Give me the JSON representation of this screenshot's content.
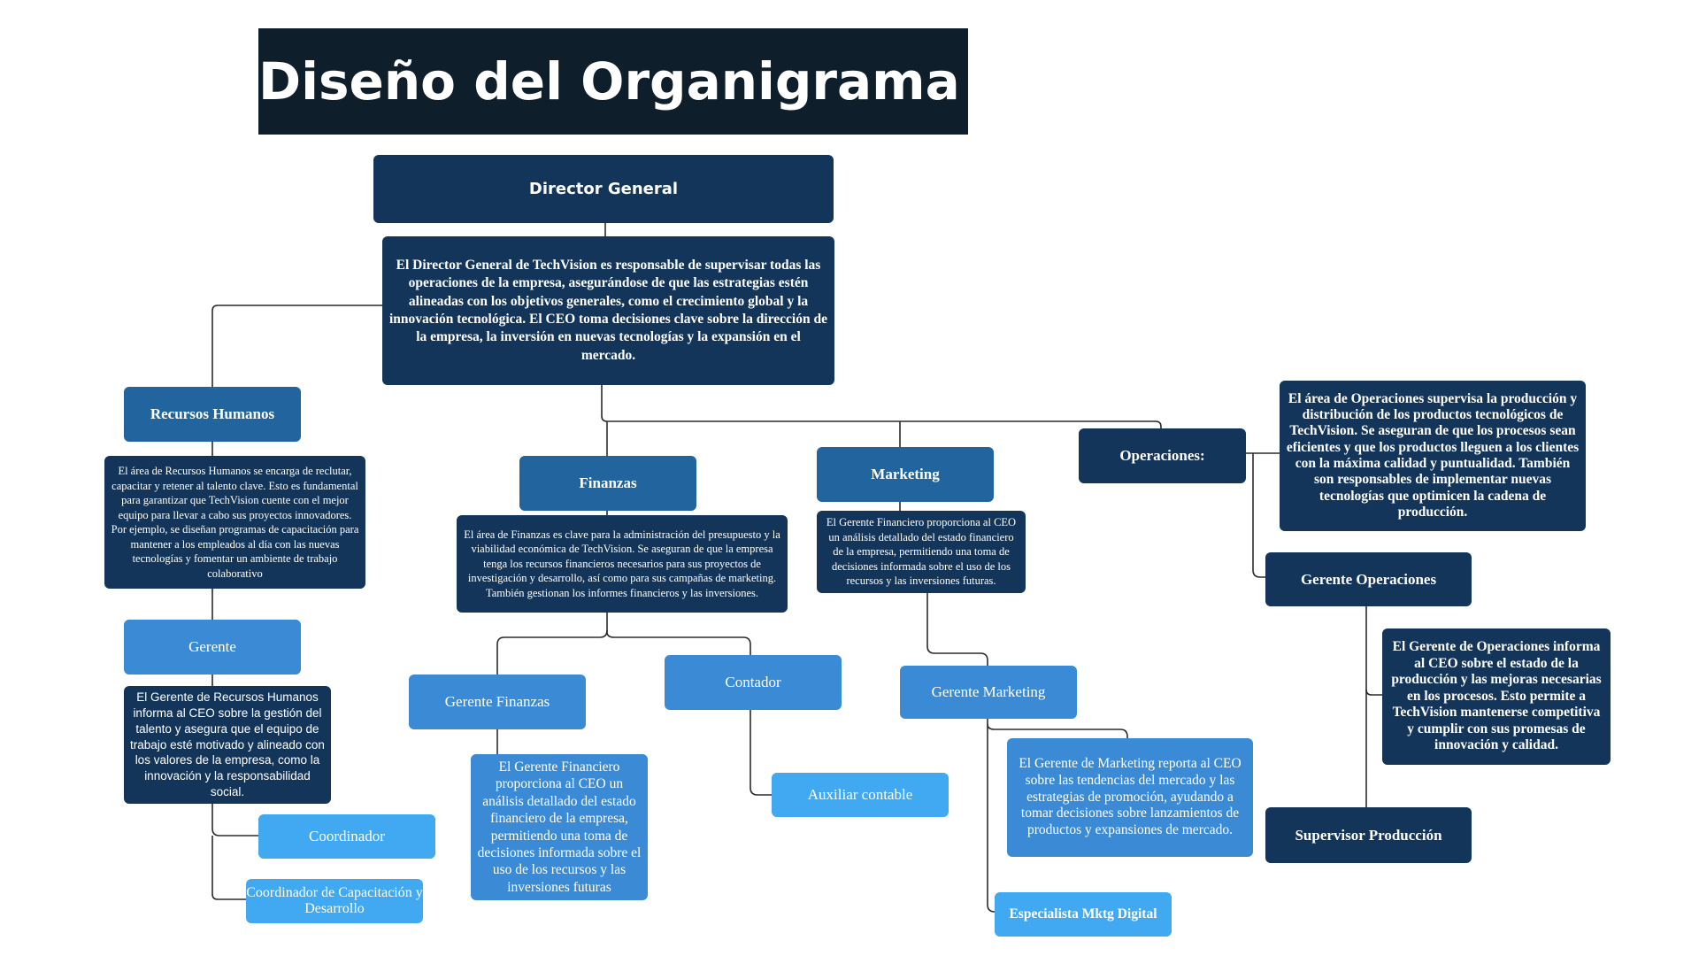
{
  "title": "Diseño del Organigrama",
  "nodes": {
    "director": "Director General",
    "director_desc": "El Director General de TechVision es responsable de supervisar todas las operaciones de la empresa, asegurándose de que las estrategias estén alineadas con los objetivos generales, como el crecimiento global y la innovación tecnológica. El CEO toma decisiones clave sobre la dirección de la empresa, la inversión en nuevas tecnologías y la expansión en el mercado.",
    "rrhh": "Recursos Humanos",
    "rrhh_desc": "El área de Recursos Humanos se encarga de reclutar, capacitar y retener al talento clave. Esto es fundamental para garantizar que TechVision cuente con el mejor equipo para llevar a cabo sus proyectos innovadores. Por ejemplo, se diseñan programas de capacitación para mantener a los empleados al día con las nuevas tecnologías y fomentar un ambiente de trabajo colaborativo",
    "gerente": "Gerente",
    "gerente_desc": "El Gerente de Recursos Humanos informa al CEO sobre la gestión del talento y asegura que el equipo de trabajo esté motivado y alineado con los valores de la empresa, como la innovación y la responsabilidad social.",
    "coordinador": "Coordinador",
    "coord_capacitacion": "Coordinador de Capacitación y Desarrollo",
    "finanzas": "Finanzas",
    "finanzas_desc": "El área de Finanzas es clave para la administración del presupuesto y la viabilidad económica de TechVision. Se aseguran de que la empresa tenga los recursos financieros necesarios para sus proyectos de investigación y desarrollo, así como para sus campañas de marketing. También gestionan los informes financieros y las inversiones.",
    "gerente_finanzas": "Gerente Finanzas",
    "gerente_finanzas_desc": "El Gerente Financiero proporciona al CEO un análisis detallado del estado financiero de la empresa, permitiendo una toma de decisiones informada sobre el uso de los recursos y las inversiones futuras",
    "contador": "Contador",
    "auxiliar": "Auxiliar contable",
    "marketing": "Marketing",
    "marketing_desc": "El Gerente Financiero proporciona al CEO un análisis detallado del estado financiero de la empresa, permitiendo una toma de decisiones informada sobre el uso de los recursos y las inversiones futuras.",
    "gerente_marketing": "Gerente Marketing",
    "gerente_marketing_desc": "El Gerente de Marketing reporta al CEO sobre las tendencias del mercado y las estrategias de promoción, ayudando a tomar decisiones sobre lanzamientos de productos y expansiones de mercado.",
    "especialista": "Especialista Mktg Digital",
    "operaciones": "Operaciones:",
    "operaciones_desc": "El área de Operaciones supervisa la producción y distribución de los productos tecnológicos de TechVision. Se aseguran de que los procesos sean eficientes y que los productos lleguen a los clientes con la máxima calidad y puntualidad. También son responsables de implementar nuevas tecnologías que optimicen la cadena de producción.",
    "gerente_operaciones": "Gerente Operaciones",
    "gerente_operaciones_desc": "El Gerente de Operaciones informa al CEO sobre el estado de la producción y las mejoras necesarias en los procesos. Esto permite a TechVision mantenerse competitiva y cumplir con sus promesas de innovación y calidad.",
    "supervisor": "Supervisor Producción"
  },
  "colors": {
    "title_bg": "#0e1e2a",
    "dark": "#13355a",
    "mid": "#22659e",
    "light": "#3a8ad6",
    "pale": "#41a8f2",
    "connector": "#2b2b2b"
  }
}
